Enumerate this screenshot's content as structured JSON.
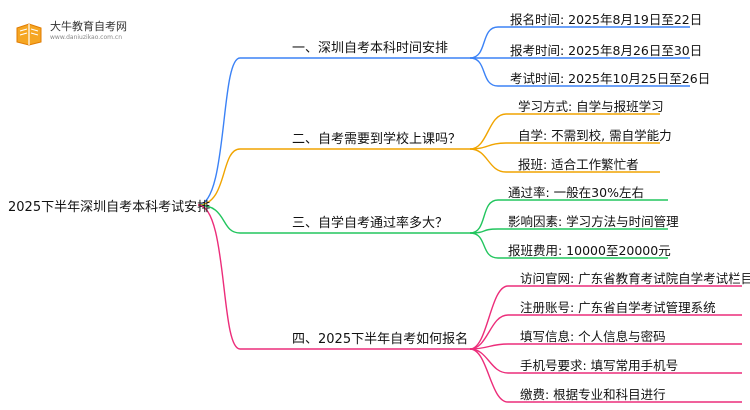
{
  "logo": {
    "title": "大牛教育自考网",
    "url": "www.daniuzikao.com.cn"
  },
  "root": {
    "label": "2025下半年深圳自考本科考试安排"
  },
  "colors": {
    "blue": "#3b82f6",
    "orange": "#f0a400",
    "green": "#22c55e",
    "pink": "#ec2d7a"
  },
  "branches": [
    {
      "label": "一、深圳自考本科时间安排",
      "leaves": [
        "报名时间: 2025年8月19日至22日",
        "报考时间: 2025年8月26日至30日",
        "考试时间: 2025年10月25日至26日"
      ]
    },
    {
      "label": "二、自考需要到学校上课吗？",
      "leaves": [
        "学习方式: 自学与报班学习",
        "自学: 不需到校, 需自学能力",
        "报班: 适合工作繁忙者"
      ]
    },
    {
      "label": "三、自学自考通过率多大？",
      "leaves": [
        "通过率: 一般在30%左右",
        "影响因素: 学习方法与时间管理",
        "报班费用: 10000至20000元"
      ]
    },
    {
      "label": "四、2025下半年自考如何报名",
      "leaves": [
        "访问官网: 广东省教育考试院自学考试栏目",
        "注册账号: 广东省自学考试管理系统",
        "填写信息: 个人信息与密码",
        "手机号要求: 填写常用手机号",
        "缴费: 根据专业和科目进行"
      ]
    }
  ]
}
